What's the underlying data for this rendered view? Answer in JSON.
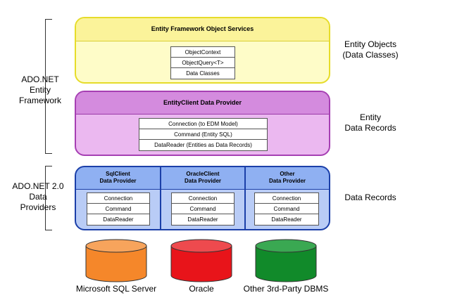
{
  "left_labels": {
    "ef": [
      "ADO.NET",
      "Entity",
      "Framework"
    ],
    "dp": [
      "ADO.NET 2.0",
      "Data",
      "Providers"
    ]
  },
  "layers": {
    "object_services": {
      "title": "Entity Framework Object Services",
      "items": [
        "ObjectContext",
        "ObjectQuery<T>",
        "Data Classes"
      ],
      "right_label": [
        "Entity Objects",
        "(Data Classes)"
      ]
    },
    "entity_client": {
      "title": "EntityClient Data Provider",
      "items": [
        "Connection (to EDM Model)",
        "Command (Entity SQL)",
        "DataReader (Entities as Data Records)"
      ],
      "right_label": [
        "Entity",
        "Data Records"
      ]
    },
    "providers": {
      "columns": [
        {
          "title": [
            "SqlClient",
            "Data Provider"
          ],
          "items": [
            "Connection",
            "Command",
            "DataReader"
          ]
        },
        {
          "title": [
            "OracleClient",
            "Data Provider"
          ],
          "items": [
            "Connection",
            "Command",
            "DataReader"
          ]
        },
        {
          "title": [
            "Other",
            "Data Provider"
          ],
          "items": [
            "Connection",
            "Command",
            "DataReader"
          ]
        }
      ],
      "right_label": [
        "Data Records"
      ]
    }
  },
  "databases": [
    {
      "label": "Microsoft SQL Server",
      "color": "#f5872a"
    },
    {
      "label": "Oracle",
      "color": "#e8141a"
    },
    {
      "label": "Other 3rd-Party DBMS",
      "color": "#118a2a"
    }
  ]
}
